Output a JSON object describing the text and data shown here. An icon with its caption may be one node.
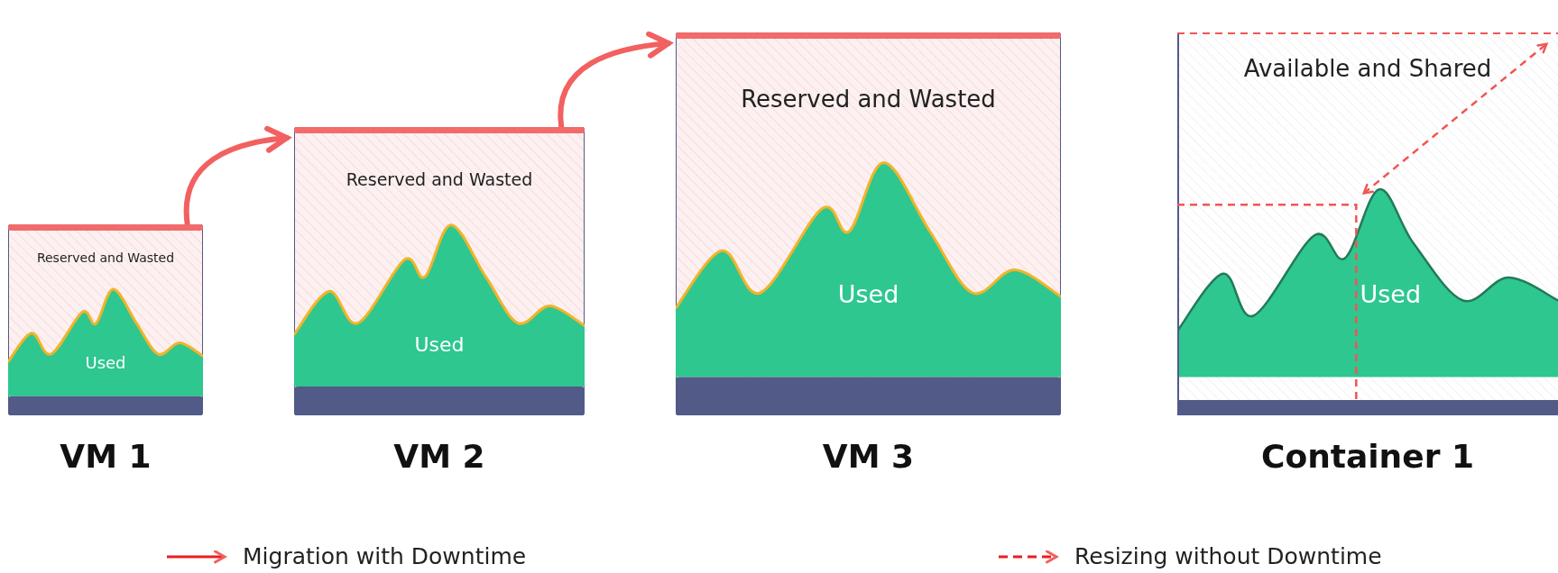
{
  "diagram": {
    "nodes": [
      {
        "text": [
          "Reserved and Wasted",
          "Used"
        ],
        "beside": [
          "VM 1"
        ]
      },
      {
        "text": [
          "Reserved and Wasted",
          "Used"
        ],
        "beside": [
          "VM 2"
        ]
      },
      {
        "text": [
          "Reserved and Wasted",
          "Used"
        ],
        "beside": [
          "VM 3"
        ]
      },
      {
        "text": [
          "Available and Shared",
          "Used"
        ],
        "beside": [
          "Container 1"
        ]
      }
    ],
    "edges": [
      {
        "from": 0,
        "to": 1,
        "arrow": "to"
      },
      {
        "from": 1,
        "to": 2,
        "arrow": "to"
      }
    ],
    "legend": [
      {
        "text": "Migration with Downtime"
      },
      {
        "text": "Resizing without Downtime"
      }
    ]
  }
}
